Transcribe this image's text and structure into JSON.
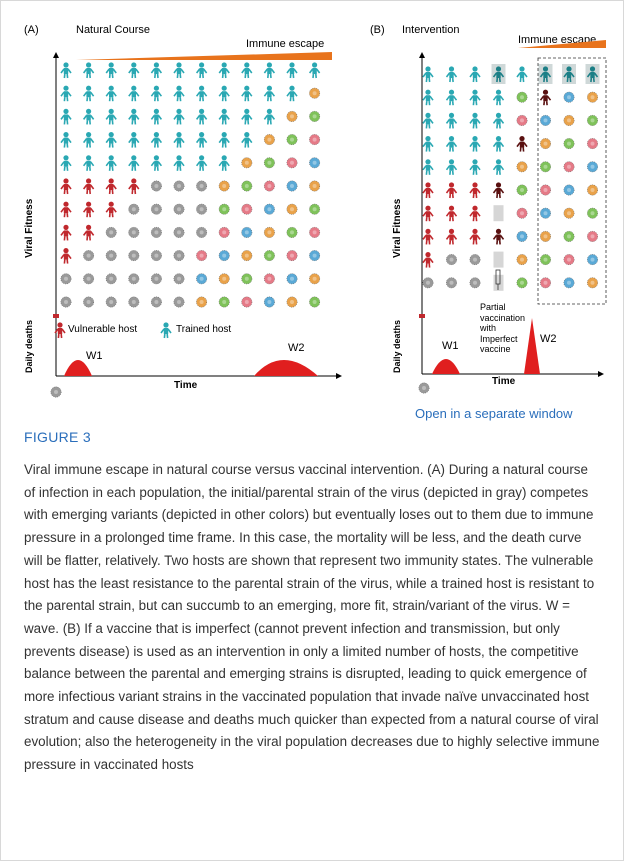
{
  "panel_a": {
    "label": "(A)",
    "title": "Natural Course",
    "escape": "Immune escape",
    "y_axis": "Viral Fitness",
    "deaths_axis": "Daily deaths",
    "legend_vulnerable": "Vulnerable host",
    "legend_trained": "Trained host",
    "w1": "W1",
    "w2": "W2",
    "time": "Time"
  },
  "panel_b": {
    "label": "(B)",
    "title": "Intervention",
    "escape": "Immune escape",
    "y_axis": "Viral Fitness",
    "deaths_axis": "Daily deaths",
    "vaccine_note": [
      "Partial",
      "vaccination",
      "with",
      "Imperfect",
      "vaccine"
    ],
    "w1": "W1",
    "w2": "W2",
    "time": "Time"
  },
  "link": "Open in a separate window",
  "figure_title": "FIGURE 3",
  "caption": "Viral immune escape in natural course versus vaccinal intervention. (A) During a natural course of infection in each population, the initial/parental strain of the virus (depicted in gray) competes with emerging variants (depicted in other colors) but eventually loses out to them due to immune pressure in a prolonged time frame. In this case, the mortality will be less, and the death curve will be flatter, relatively. Two hosts are shown that represent two immunity states. The vulnerable host has the least resistance to the parental strain of the virus, while a trained host is resistant to the parental strain, but can succumb to an emerging, more fit, strain/variant of the virus. W = wave. (B) If a vaccine that is imperfect (cannot prevent infection and transmission, but only prevents disease) is used as an intervention in only a limited number of hosts, the competitive balance between the parental and emerging strains is disrupted, leading to quick emergence of more infectious variant strains in the vaccinated population that invade naïve unvaccinated host stratum and cause disease and deaths much quicker than expected from a natural course of viral evolution; also the heterogeneity in the viral population decreases due to highly selective immune pressure in vaccinated hosts",
  "colors": {
    "trained": "#2aa8b3",
    "vulnerable": "#c0282d",
    "gray_virus": "#9a9a9a",
    "orange": "#e9a24a",
    "green": "#7fc25a",
    "pink": "#e57a87",
    "blue": "#5aa9d6",
    "escape_bar": "#e8731c",
    "link": "#2a6ebb"
  }
}
